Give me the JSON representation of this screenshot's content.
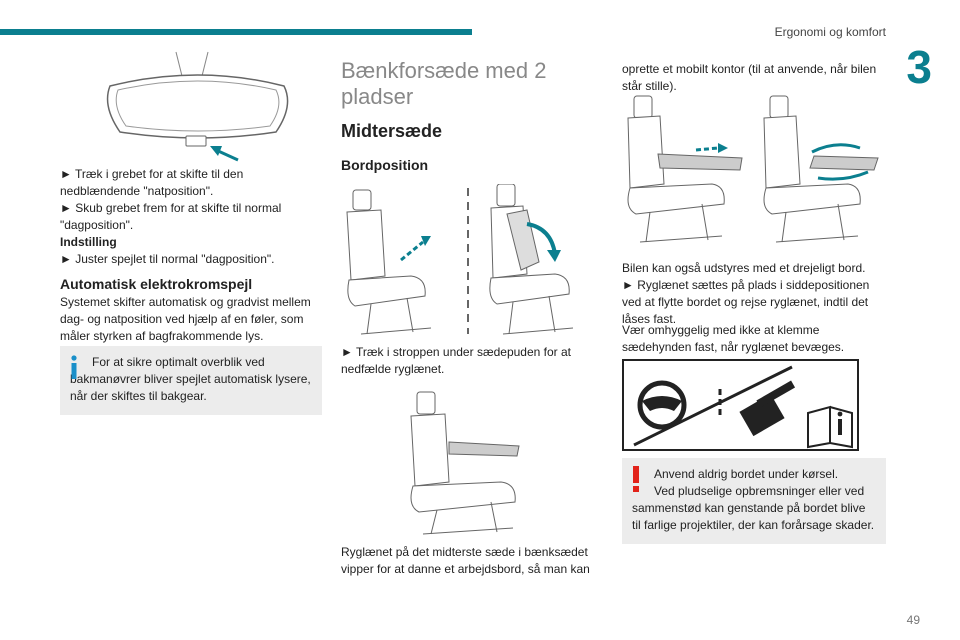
{
  "header": {
    "title": "Ergonomi og komfort",
    "chapter": "3",
    "page_number": "49"
  },
  "col1": {
    "p1": "► Træk i grebet for at skifte til den nedblændende \"natposition\".",
    "p2": "► Skub grebet frem for at skifte til normal \"dagposition\".",
    "adjust_heading": "Indstilling",
    "p3": "► Juster spejlet til normal \"dagposition\".",
    "section_heading": "Automatisk elektrokromspejl",
    "section_body": "Systemet skifter automatisk og gradvist mellem dag- og natposition ved hjælp af en føler, som måler styrken af bagfrakommende lys.",
    "info_note": "For at sikre optimalt overblik ved bakmanøvrer bliver spejlet automatisk lysere, når der skiftes til bakgear."
  },
  "col2": {
    "title": "Bænkforsæde med 2 pladser",
    "subtitle": "Midtersæde",
    "subsubtitle": "Bordposition",
    "p1": "► Træk i stroppen under sædepuden for at nedfælde ryglænet.",
    "p2": "Ryglænet på det midterste sæde i bænksædet vipper for at danne et arbejdsbord, så man kan"
  },
  "col3": {
    "p1": "oprette et mobilt kontor (til at anvende, når bilen står stille).",
    "p2": "Bilen kan også udstyres med et drejeligt bord.",
    "p3": "► Ryglænet sættes på plads i siddepositionen ved at flytte bordet og rejse ryglænet, indtil det låses fast.",
    "p4": "Vær omhyggelig med ikke at klemme sædehynden fast, når ryglænet bevæges.",
    "warn_line1": "Anvend aldrig bordet under kørsel.",
    "warn_line2": "Ved pludselige opbremsninger eller ved sammenstød kan genstande på bordet blive til farlige projektiler, der kan forårsage skader."
  },
  "colors": {
    "accent": "#0b7f8f",
    "note_bg": "#ececec",
    "info_icon": "#1a8fc9",
    "warning_icon": "#e2231a",
    "heading_grey": "#888888"
  }
}
